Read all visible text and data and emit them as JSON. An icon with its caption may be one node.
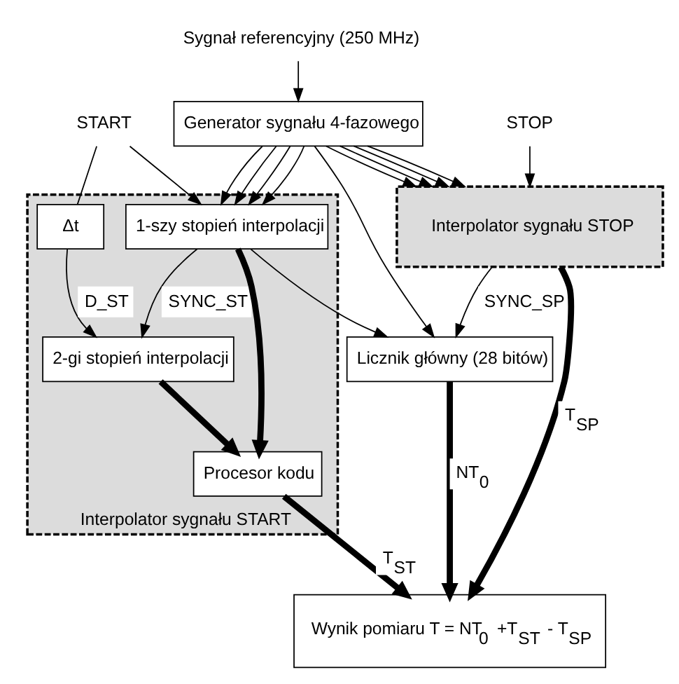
{
  "diagram": {
    "nodes": [
      {
        "text": [
          "Interpolator sygnału START"
        ]
      },
      {
        "text": [
          "2-gi stopień interpolacji"
        ],
        "in": 0
      },
      {
        "text": [
          "1-szy stopień interpolacji"
        ],
        "in": 0
      },
      {
        "text": [
          "Δt"
        ],
        "in": 0
      },
      {
        "text": [
          "Procesor kodu"
        ],
        "in": 0
      },
      {
        "text": [
          "START"
        ]
      },
      {
        "text": [
          "Sygnał referencyjny (250 MHz)"
        ]
      },
      {
        "text": [
          "Generator sygnału 4-fazowego"
        ]
      },
      {
        "text": [
          "Licznik główny (28 bitów)"
        ]
      },
      {
        "text": [
          "Interpolator sygnału STOP"
        ]
      },
      {
        "text": [
          "STOP"
        ]
      },
      {
        "text": [
          "Wynik pomiaru T = NT$_{0}$ +T$_{ST}$ - T$_{SP}$"
        ]
      }
    ],
    "edges": [
      {
        "from": 5,
        "to": 2,
        "arrow": "to"
      },
      {
        "from": 5,
        "to": 3,
        "arrow": "none"
      },
      {
        "from": 3,
        "to": 1,
        "arrow": "to",
        "label": "D_ST"
      },
      {
        "from": 1,
        "to": 4,
        "arrow": "to",
        "style": "thick"
      },
      {
        "from": 2,
        "to": 4,
        "arrow": "to",
        "style": "thick"
      },
      {
        "from": 2,
        "to": 1,
        "arrow": "to",
        "label": "SYNC_ST"
      },
      {
        "from": 2,
        "to": 8,
        "arrow": "to"
      },
      {
        "from": 7,
        "to": 2,
        "arrow": "to"
      },
      {
        "from": 7,
        "to": 2,
        "arrow": "to"
      },
      {
        "from": 7,
        "to": 2,
        "arrow": "to"
      },
      {
        "from": 7,
        "to": 2,
        "arrow": "to"
      },
      {
        "from": 6,
        "to": 7,
        "arrow": "to"
      },
      {
        "from": 7,
        "to": 8,
        "arrow": "to"
      },
      {
        "from": 7,
        "to": 9,
        "arrow": "to"
      },
      {
        "from": 7,
        "to": 9,
        "arrow": "to"
      },
      {
        "from": 7,
        "to": 9,
        "arrow": "to"
      },
      {
        "from": 7,
        "to": 9,
        "arrow": "to"
      },
      {
        "from": 9,
        "to": 8,
        "arrow": "to",
        "label": "SYNC_SP"
      },
      {
        "from": 10,
        "to": 9,
        "arrow": "to"
      },
      {
        "from": 4,
        "to": 11,
        "arrow": "to",
        "style": "thick",
        "label": "T$_{ST}$"
      },
      {
        "from": 8,
        "to": 11,
        "arrow": "to",
        "style": "thick",
        "label": "NT$_{0}$"
      },
      {
        "from": 9,
        "to": 11,
        "arrow": "to",
        "style": "thick",
        "label": "T$_{SP}$"
      }
    ]
  }
}
